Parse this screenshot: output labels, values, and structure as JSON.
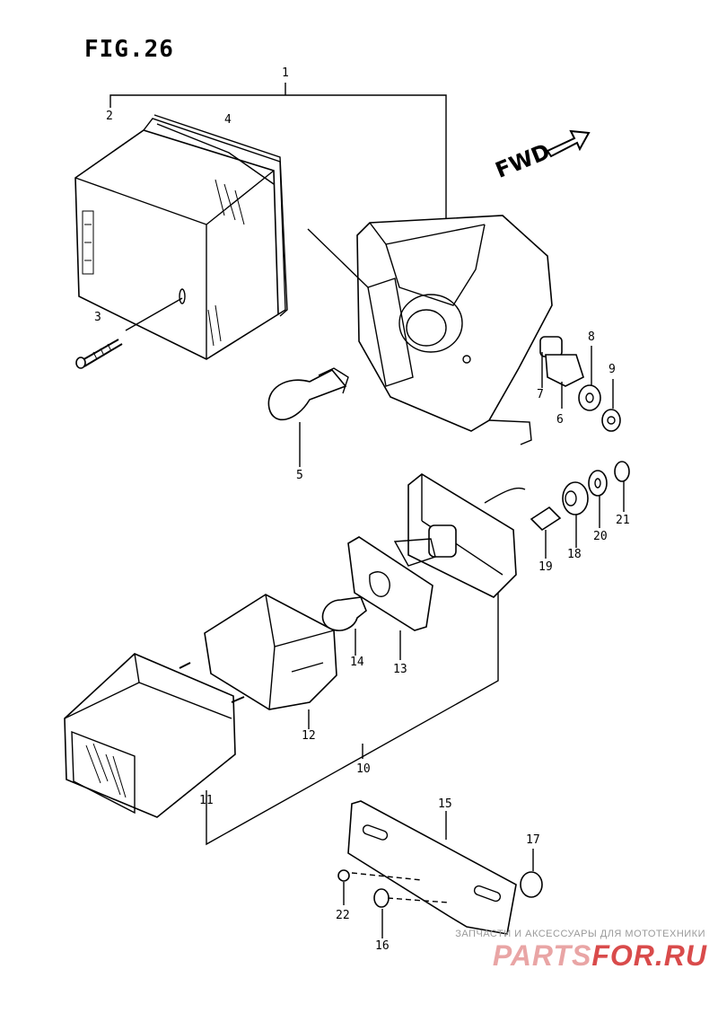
{
  "figure": {
    "title": "FIG.26",
    "direction_label": "FWD"
  },
  "parts": [
    {
      "id": "p1",
      "number": "1"
    },
    {
      "id": "p2",
      "number": "2"
    },
    {
      "id": "p3",
      "number": "3"
    },
    {
      "id": "p4",
      "number": "4"
    },
    {
      "id": "p5",
      "number": "5"
    },
    {
      "id": "p6",
      "number": "6"
    },
    {
      "id": "p7",
      "number": "7"
    },
    {
      "id": "p8",
      "number": "8"
    },
    {
      "id": "p9",
      "number": "9"
    },
    {
      "id": "p10",
      "number": "10"
    },
    {
      "id": "p11",
      "number": "11"
    },
    {
      "id": "p12",
      "number": "12"
    },
    {
      "id": "p13",
      "number": "13"
    },
    {
      "id": "p14",
      "number": "14"
    },
    {
      "id": "p15",
      "number": "15"
    },
    {
      "id": "p16",
      "number": "16"
    },
    {
      "id": "p17",
      "number": "17"
    },
    {
      "id": "p18",
      "number": "18"
    },
    {
      "id": "p19",
      "number": "19"
    },
    {
      "id": "p20",
      "number": "20"
    },
    {
      "id": "p21",
      "number": "21"
    },
    {
      "id": "p22",
      "number": "22"
    }
  ],
  "watermark": {
    "tagline": "ЗАПЧАСТИ И АКСЕССУАРЫ ДЛЯ МОТОТЕХНИКИ",
    "brand_left": "PARTS",
    "brand_right": "FOR.RU",
    "brand_left_color": "#e9a5a5",
    "brand_right_color": "#d94b4b"
  }
}
